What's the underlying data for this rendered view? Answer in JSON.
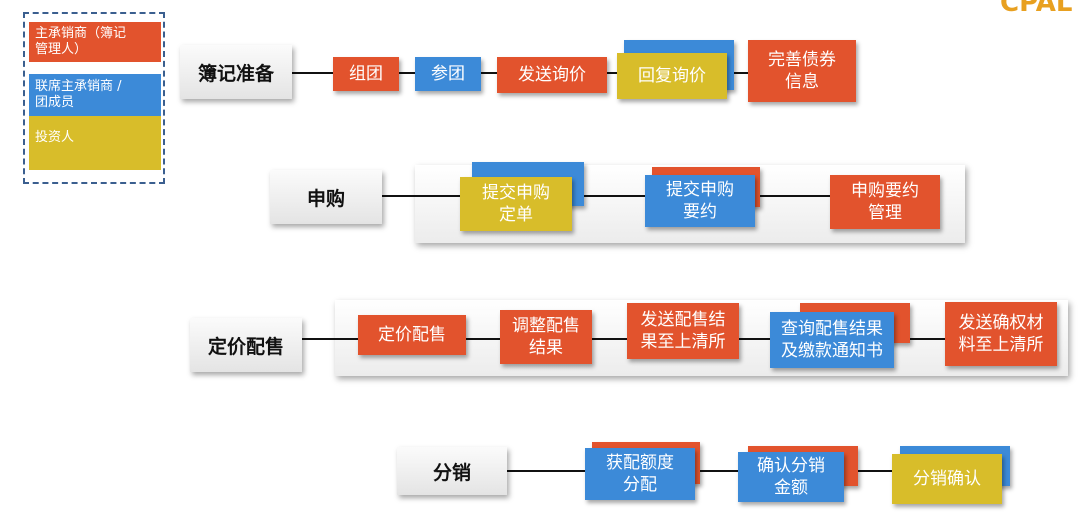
{
  "corner_text": "CPAL",
  "legend": [
    {
      "label": "主承销商（簿记\n管理人）",
      "color": "#e2532d"
    },
    {
      "label": "联席主承销商 /\n团成员",
      "color": "#3c8ad8"
    },
    {
      "label": "投资人",
      "color": "#d8bd2a"
    }
  ],
  "stages": {
    "bookbuilding": {
      "label": "簿记准备",
      "steps": [
        "组团",
        "参团",
        "发送询价",
        "回复询价",
        "完善债券\n信息"
      ]
    },
    "subscription": {
      "label": "申购",
      "steps": [
        "提交申购\n定单",
        "提交申购\n要约",
        "申购要约\n管理"
      ]
    },
    "pricing": {
      "label": "定价配售",
      "steps": [
        "定价配售",
        "调整配售\n结果",
        "发送配售结\n果至上清所",
        "查询配售结果\n及缴款通知书",
        "发送确权材\n料至上清所"
      ]
    },
    "distribution": {
      "label": "分销",
      "steps": [
        "获配额度\n分配",
        "确认分销\n金额",
        "分销确认"
      ]
    }
  }
}
